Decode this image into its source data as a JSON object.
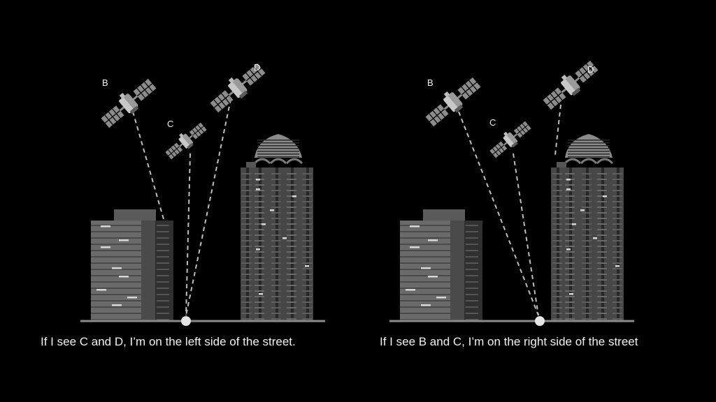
{
  "colors": {
    "background": "#000000",
    "line": "#bdbdbd",
    "ground": "#8a8a8a",
    "building_light": "#6e6e6e",
    "building_dark": "#3c3c3c",
    "window": "#d8d8d8"
  },
  "left_panel": {
    "caption": "If I see C and D, I’m on the left side of the street.",
    "satellite_labels": [
      "B",
      "C",
      "D"
    ]
  },
  "right_panel": {
    "caption": "If I see B and C, I’m on the right side of the street",
    "satellite_labels": [
      "B",
      "C",
      "D"
    ]
  }
}
